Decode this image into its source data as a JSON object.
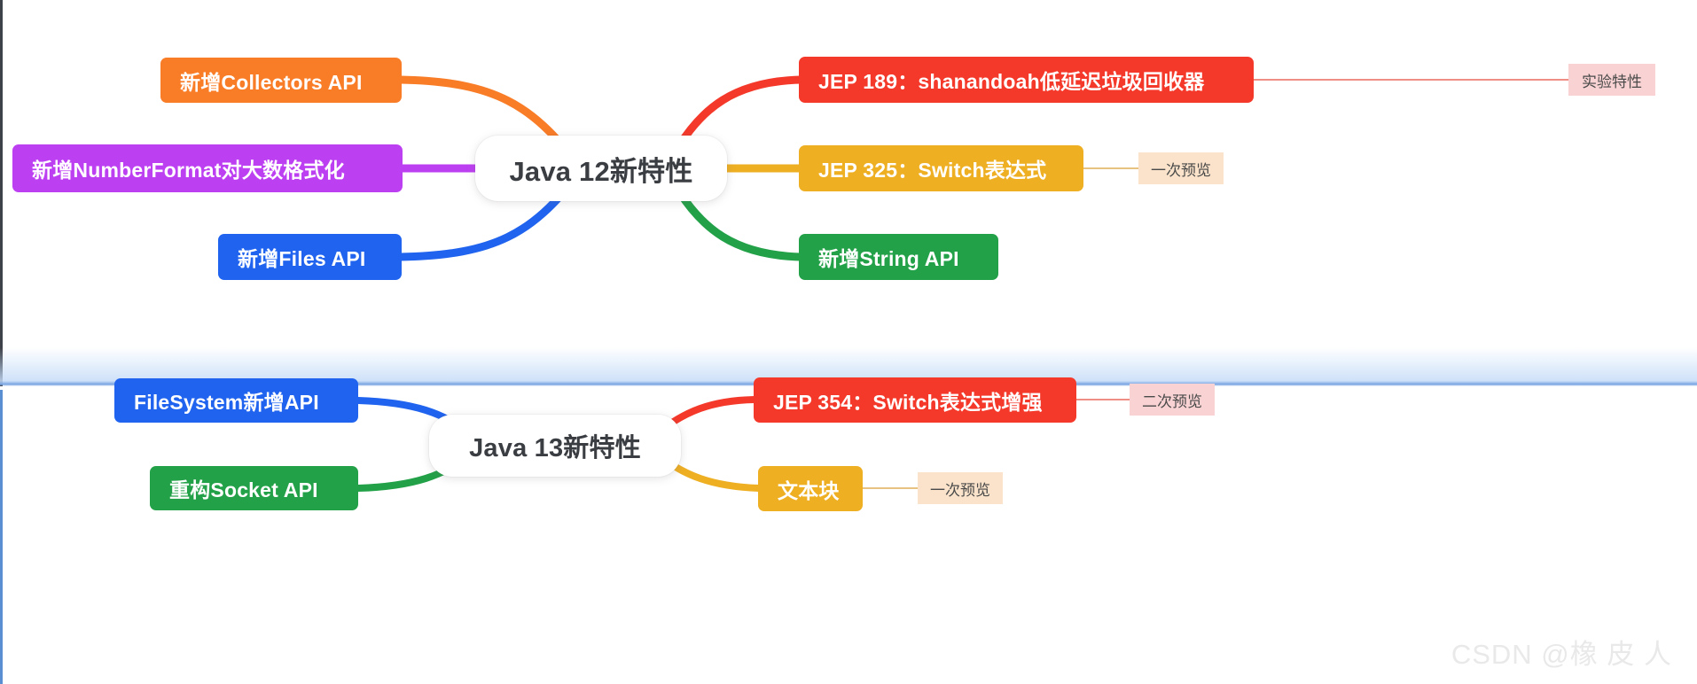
{
  "watermark": "CSDN @橡 皮 人",
  "colors": {
    "orange": "#f97c27",
    "purple": "#bd3ff2",
    "blue": "#1f63ef",
    "red": "#f4382a",
    "amber": "#eeaf23",
    "green": "#22a148",
    "center_bg": "#ffffff",
    "center_text": "#3a3d42",
    "tag_pink_bg": "#f9d3d3",
    "tag_peach_bg": "#fae3ca",
    "tag_text": "#4a4a4a",
    "divider_blue": "#78a3e1",
    "panel12_border": "#3d4148",
    "panel13_border": "#5b8fd4"
  },
  "sections": [
    {
      "id": "java12",
      "center": {
        "label": "Java 12新特性"
      },
      "left_children": [
        {
          "label": "新增Collectors API",
          "color_key": "orange"
        },
        {
          "label": "新增NumberFormat对大数格式化",
          "color_key": "purple"
        },
        {
          "label": "新增Files API",
          "color_key": "blue"
        }
      ],
      "right_children": [
        {
          "label": "JEP 189：shanandoah低延迟垃圾回收器",
          "color_key": "red",
          "tag": "实验特性",
          "tag_style": "pink"
        },
        {
          "label": "JEP 325：Switch表达式",
          "color_key": "amber",
          "tag": "一次预览",
          "tag_style": "peach"
        },
        {
          "label": "新增String API",
          "color_key": "green",
          "tag": null,
          "tag_style": null
        }
      ]
    },
    {
      "id": "java13",
      "center": {
        "label": "Java 13新特性"
      },
      "left_children": [
        {
          "label": "FileSystem新增API",
          "color_key": "blue"
        },
        {
          "label": "重构Socket API",
          "color_key": "green"
        }
      ],
      "right_children": [
        {
          "label": "JEP 354：Switch表达式增强",
          "color_key": "red",
          "tag": "二次预览",
          "tag_style": "pink"
        },
        {
          "label": "文本块",
          "color_key": "amber",
          "tag": "一次预览",
          "tag_style": "peach"
        }
      ]
    }
  ]
}
